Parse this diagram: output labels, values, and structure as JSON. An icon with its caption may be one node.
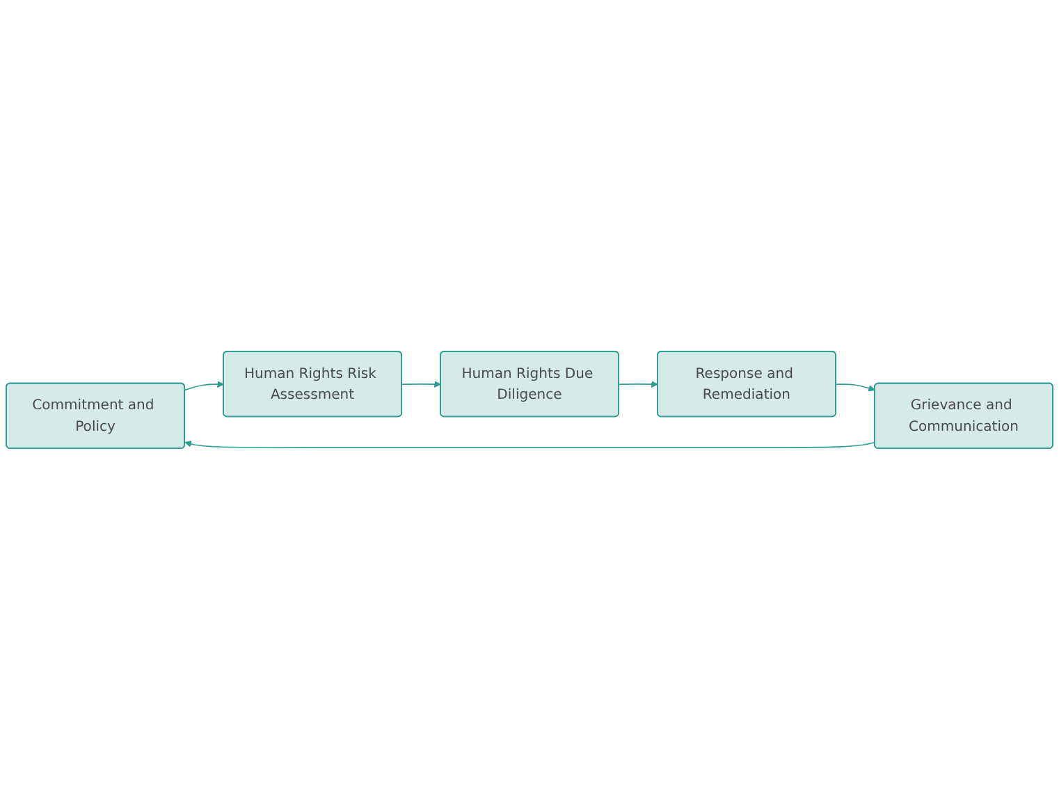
{
  "diagram": {
    "nodes": [
      {
        "text": [
          "Commitment and Policy"
        ]
      },
      {
        "text": [
          "Human Rights Risk Assessment"
        ]
      },
      {
        "text": [
          "Human Rights Due Diligence"
        ]
      },
      {
        "text": [
          "Response and Remediation"
        ]
      },
      {
        "text": [
          "Grievance and Communication"
        ]
      }
    ],
    "edges": [
      {
        "from": 0,
        "to": 1,
        "arrow": "to"
      },
      {
        "from": 1,
        "to": 2,
        "arrow": "to"
      },
      {
        "from": 2,
        "to": 3,
        "arrow": "to"
      },
      {
        "from": 3,
        "to": 4,
        "arrow": "to"
      },
      {
        "from": 4,
        "to": 0,
        "arrow": "to"
      }
    ]
  }
}
